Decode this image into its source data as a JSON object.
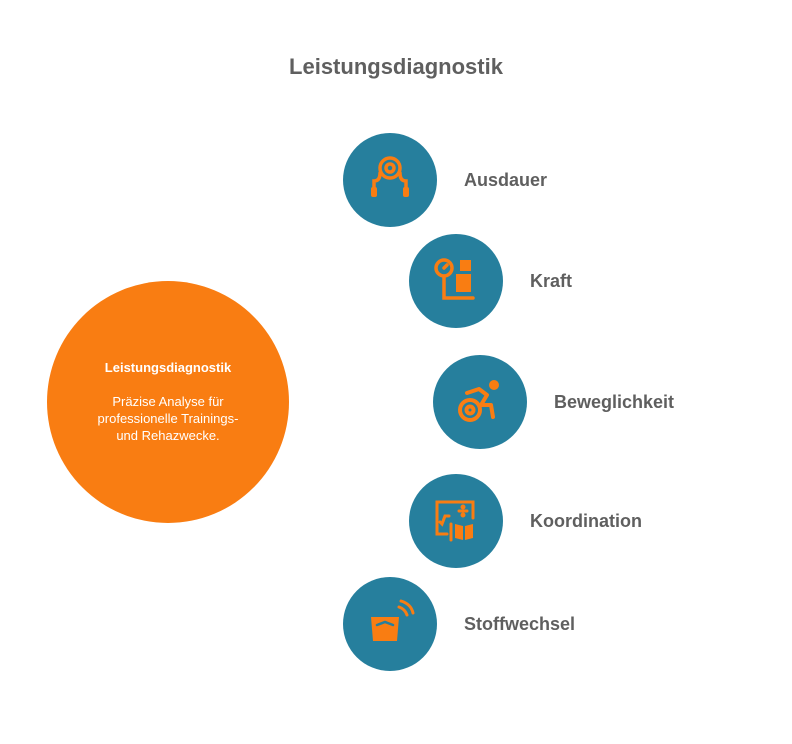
{
  "title": "Leistungsdiagnostik",
  "hub": {
    "title": "Leistungsdiagnostik",
    "description": "Präzise Analyse für professionelle Trainings- und Rehazwecke."
  },
  "items": [
    {
      "label": "Ausdauer",
      "icon": "jump-rope-icon"
    },
    {
      "label": "Kraft",
      "icon": "scale-package-icon"
    },
    {
      "label": "Beweglichkeit",
      "icon": "wheelchair-active-icon"
    },
    {
      "label": "Koordination",
      "icon": "math-board-book-icon"
    },
    {
      "label": "Stoffwechsel",
      "icon": "smart-scale-icon"
    }
  ],
  "colors": {
    "accent": "#f97d12",
    "node": "#267f9d",
    "text": "#5f5f5f"
  }
}
